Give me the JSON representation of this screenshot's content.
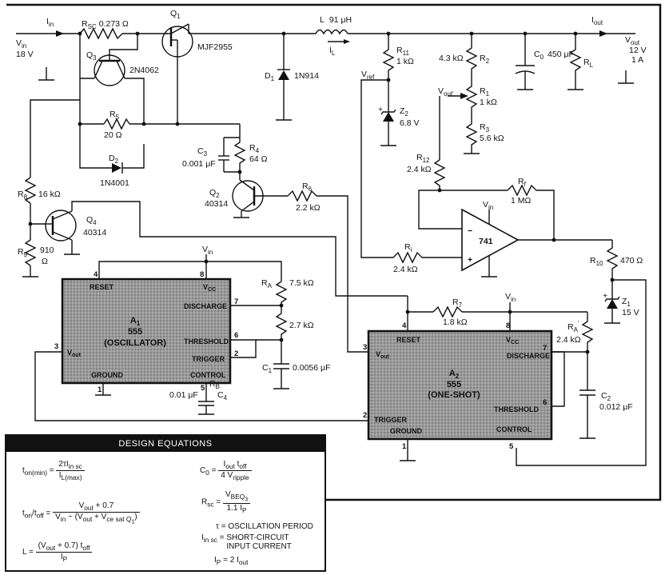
{
  "labels": {
    "iin": "I",
    "iin_sub": "in",
    "rsc": "R",
    "rsc_sub": "SC",
    "rsc_val": "0.273 Ω",
    "q1": "Q",
    "q1_sub": "1",
    "q1_part": "MJF2955",
    "l": "L",
    "l_val": "91 μH",
    "il": "I",
    "il_sub": "L",
    "iout": "I",
    "iout_sub": "out",
    "vin": "V",
    "vin_sub": "in",
    "vin_val": "18 V",
    "q3": "Q",
    "q3_sub": "3",
    "q3_part": "2N4062",
    "d1": "D",
    "d1_sub": "1",
    "d1_part": "1N914",
    "r11": "R",
    "r11_sub": "11",
    "r11_val": "1 kΩ",
    "vref": "V",
    "vref_sub": "ref",
    "z2": "Z",
    "z2_sub": "2",
    "z2_val": "6.8 V",
    "r2": "R",
    "r2_sub": "2",
    "r2_val": "4.3 kΩ",
    "r1": "R",
    "r1_sub": "1",
    "r1_val": "1 kΩ",
    "r3": "R",
    "r3_sub": "3",
    "r3_val": "5.6 kΩ",
    "vout_prime": "V",
    "vout_prime_sub": "out'",
    "c0": "C",
    "c0_sub": "0",
    "c0_val": "450 μF",
    "rl": "R",
    "rl_sub": "L",
    "vout": "V",
    "vout_sub": "out",
    "vout_v": "12 V",
    "vout_i": "1 A",
    "r5": "R",
    "r5_sub": "5",
    "r5_val": "20 Ω",
    "d2": "D",
    "d2_sub": "2",
    "d2_part": "1N4001",
    "c3": "C",
    "c3_sub": "3",
    "c3_val": "0.001 μF",
    "r4": "R",
    "r4_sub": "4",
    "r4_val": "64 Ω",
    "r12": "R",
    "r12_sub": "12",
    "r12_val": "2.4 kΩ",
    "rf": "R",
    "rf_sub": "f",
    "rf_val": "1 MΩ",
    "r8": "R",
    "r8_sub": "8",
    "r8_val": "16 kΩ",
    "q4": "Q",
    "q4_sub": "4",
    "q4_part": "40314",
    "q2": "Q",
    "q2_sub": "2",
    "q2_part": "40314",
    "r6": "R",
    "r6_sub": "6",
    "r6_val": "2.2 kΩ",
    "opamp": "741",
    "opamp_vin": "V",
    "opamp_vin_sub": "in",
    "minus": "−",
    "plus": "+",
    "r9": "R",
    "r9_sub": "9",
    "r9_val": "910",
    "r9_unit": "Ω",
    "ri": "R",
    "ri_sub": "i",
    "ri_val": "2.4 kΩ",
    "r10": "R",
    "r10_sub": "10",
    "r10_val": "470 Ω",
    "z1": "Z",
    "z1_sub": "1",
    "z1_val": "15 V",
    "a1_vin": "V",
    "a1_vin_sub": "in",
    "ra": "R",
    "ra_sub": "A",
    "ra_val": "7.5 kΩ",
    "rb_val": "2.7 kΩ",
    "rb": "R",
    "rb_sub": "B",
    "c1": "C",
    "c1_sub": "1",
    "c1_val": "0.0056 μF",
    "c4": "C",
    "c4_sub": "4",
    "c4_val": "0.01 μF",
    "r7": "R",
    "r7_sub": "7",
    "r7_val": "1.8 kΩ",
    "a2_vin": "V",
    "a2_vin_sub": "in",
    "rap": "R",
    "rap_sub": "A",
    "rap_prime": "'",
    "rap_val": "2.4 kΩ",
    "c2": "C",
    "c2_sub": "2",
    "c2_val": "0.012 μF"
  },
  "a1": {
    "reset": "RESET",
    "vcc": "V",
    "vcc_sub": "CC",
    "discharge": "DISCHARGE",
    "name": "A",
    "name_sub": "1",
    "num": "555",
    "mode": "(OSCILLATOR)",
    "threshold": "THRESHOLD",
    "trigger": "TRIGGER",
    "control": "CONTROL",
    "ground": "GROUND",
    "vout": "V",
    "vout_sub": "out",
    "pins": {
      "p4": "4",
      "p8": "8",
      "p7": "7",
      "p6": "6",
      "p2": "2",
      "p3": "3",
      "p1": "1",
      "p5": "5"
    }
  },
  "a2": {
    "reset": "RESET",
    "vcc": "V",
    "vcc_sub": "CC",
    "discharge": "DISCHARGE",
    "name": "A",
    "name_sub": "2",
    "num": "555",
    "mode": "(ONE-SHOT)",
    "threshold": "THRESHOLD",
    "trigger": "TRIGGER",
    "control": "CONTROL",
    "ground": "GROUND",
    "vout": "V",
    "vout_sub": "out",
    "pins": {
      "p4": "4",
      "p8": "8",
      "p7": "7",
      "p6": "6",
      "p2": "2",
      "p3": "3",
      "p1": "1",
      "p5": "5"
    }
  },
  "equations": {
    "title": "DESIGN EQUATIONS",
    "ton_lhs": "t",
    "ton_lhs_sub": "on(min)",
    "eq": "=",
    "ton_num": "2τI",
    "ton_num_sub": "in sc",
    "ton_den": "I",
    "ton_den_sub": "L(max)",
    "ratio_lhs": "t",
    "ratio_lhs_sub1": "on",
    "ratio_lhs_mid": "/t",
    "ratio_lhs_sub2": "off",
    "ratio_num": "V",
    "ratio_num_sub": "out",
    "ratio_num_tail": " + 0.7",
    "ratio_den_a": "V",
    "ratio_den_a_sub": "in",
    "ratio_den_b": " − (V",
    "ratio_den_b_sub": "out",
    "ratio_den_c": " + V",
    "ratio_den_c_sub": "ce sat",
    "ratio_den_d_sub": "Q",
    "ratio_den_d_subsub": "1",
    "ratio_den_e": ")",
    "l_lhs": "L",
    "l_num": "(V",
    "l_num_sub": "out",
    "l_num_tail": " + 0.7) t",
    "l_num_tail_sub": "off",
    "l_den": "I",
    "l_den_sub": "P",
    "c0_lhs": "C",
    "c0_lhs_sub": "0",
    "c0_num": "I",
    "c0_num_sub": "out",
    "c0_num_t": " t",
    "c0_num_t_sub": "off",
    "c0_den": "4 V",
    "c0_den_sub": "ripple",
    "rsc_lhs": "R",
    "rsc_lhs_sub": "sc",
    "rsc_num": "V",
    "rsc_num_sub": "BEQ",
    "rsc_num_subsub": "3",
    "rsc_den": "1.1 I",
    "rsc_den_sub": "P",
    "tau_lhs": "τ",
    "tau_rhs": "OSCILLATION PERIOD",
    "iinsc_lhs": "I",
    "iinsc_lhs_sub": "in sc",
    "iinsc_rhs1": "SHORT-CIRCUIT",
    "iinsc_rhs2": "INPUT CURRENT",
    "ip_lhs": "I",
    "ip_lhs_sub": "P",
    "ip_rhs": "2 I",
    "ip_rhs_sub": "out"
  }
}
